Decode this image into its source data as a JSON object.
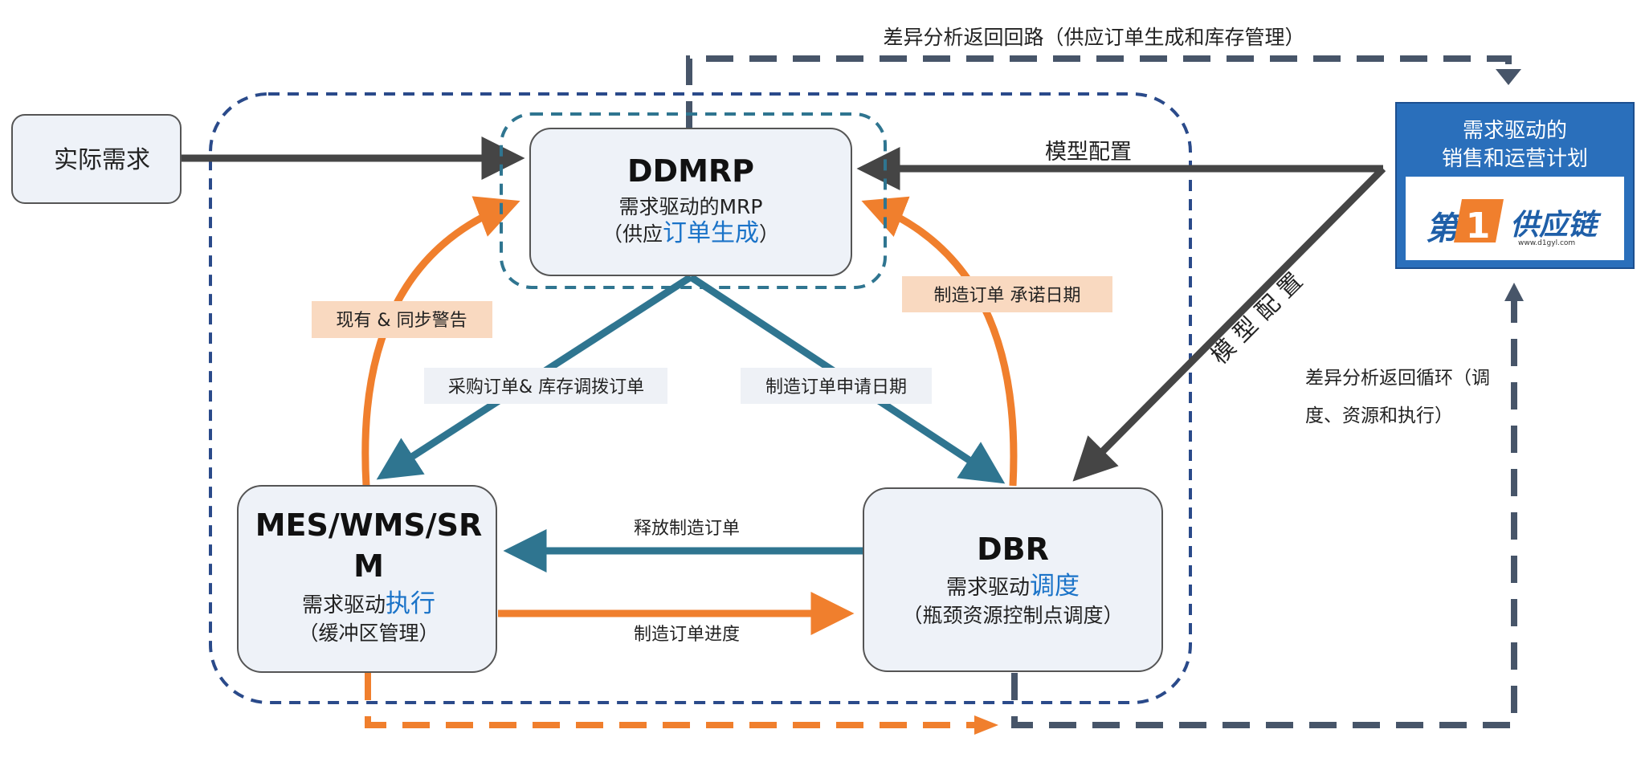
{
  "nodes": {
    "actual_demand": {
      "label": "实际需求"
    },
    "ddmrp": {
      "title": "DDMRP",
      "line1": "需求驱动的MRP",
      "line2_prefix": "（供应",
      "line2_highlight": "订单生成",
      "line2_suffix": "）"
    },
    "mes": {
      "title_line1": "MES/WMS/SR",
      "title_line2": "M",
      "line1_prefix": "需求驱动",
      "line1_highlight": "执行",
      "line2": "（缓冲区管理）"
    },
    "dbr": {
      "title": "DBR",
      "line1_prefix": "需求驱动",
      "line1_highlight": "调度",
      "line2": "（瓶颈资源控制点调度）"
    },
    "ddsop": {
      "line1": "需求驱动的",
      "line2": "销售和运营计划"
    }
  },
  "logo": {
    "text_left": "第",
    "text_number": "1",
    "text_right": "供应链",
    "url": "www.d1gyl.com"
  },
  "edges": {
    "top_loop": "差异分析返回回路（供应订单生成和库存管理）",
    "right_loop_line1": "差异分析返回循环（调",
    "right_loop_line2": "度、资源和执行）",
    "model_config_top": "模型配置",
    "model_config_diag": "模型配置",
    "onhand_alert": "现有 & 同步警告",
    "mfg_order_promise": "制造订单  承诺日期",
    "purchase_order": "采购订单& 库存调拨订单",
    "mfg_order_request": "制造订单申请日期",
    "release_mfg_order": "释放制造订单",
    "mfg_order_progress": "制造订单进度"
  },
  "colors": {
    "teal": "#2f7590",
    "orange": "#f07f2d",
    "dark_gray": "#454545",
    "navy_dash": "#2a4a8a",
    "slate_dash": "#475569",
    "node_fill": "#eef2f8",
    "ddsop_fill": "#2a6fbb",
    "label_orange_bg": "#f9d9c0",
    "label_gray_bg": "#eef1f6"
  }
}
